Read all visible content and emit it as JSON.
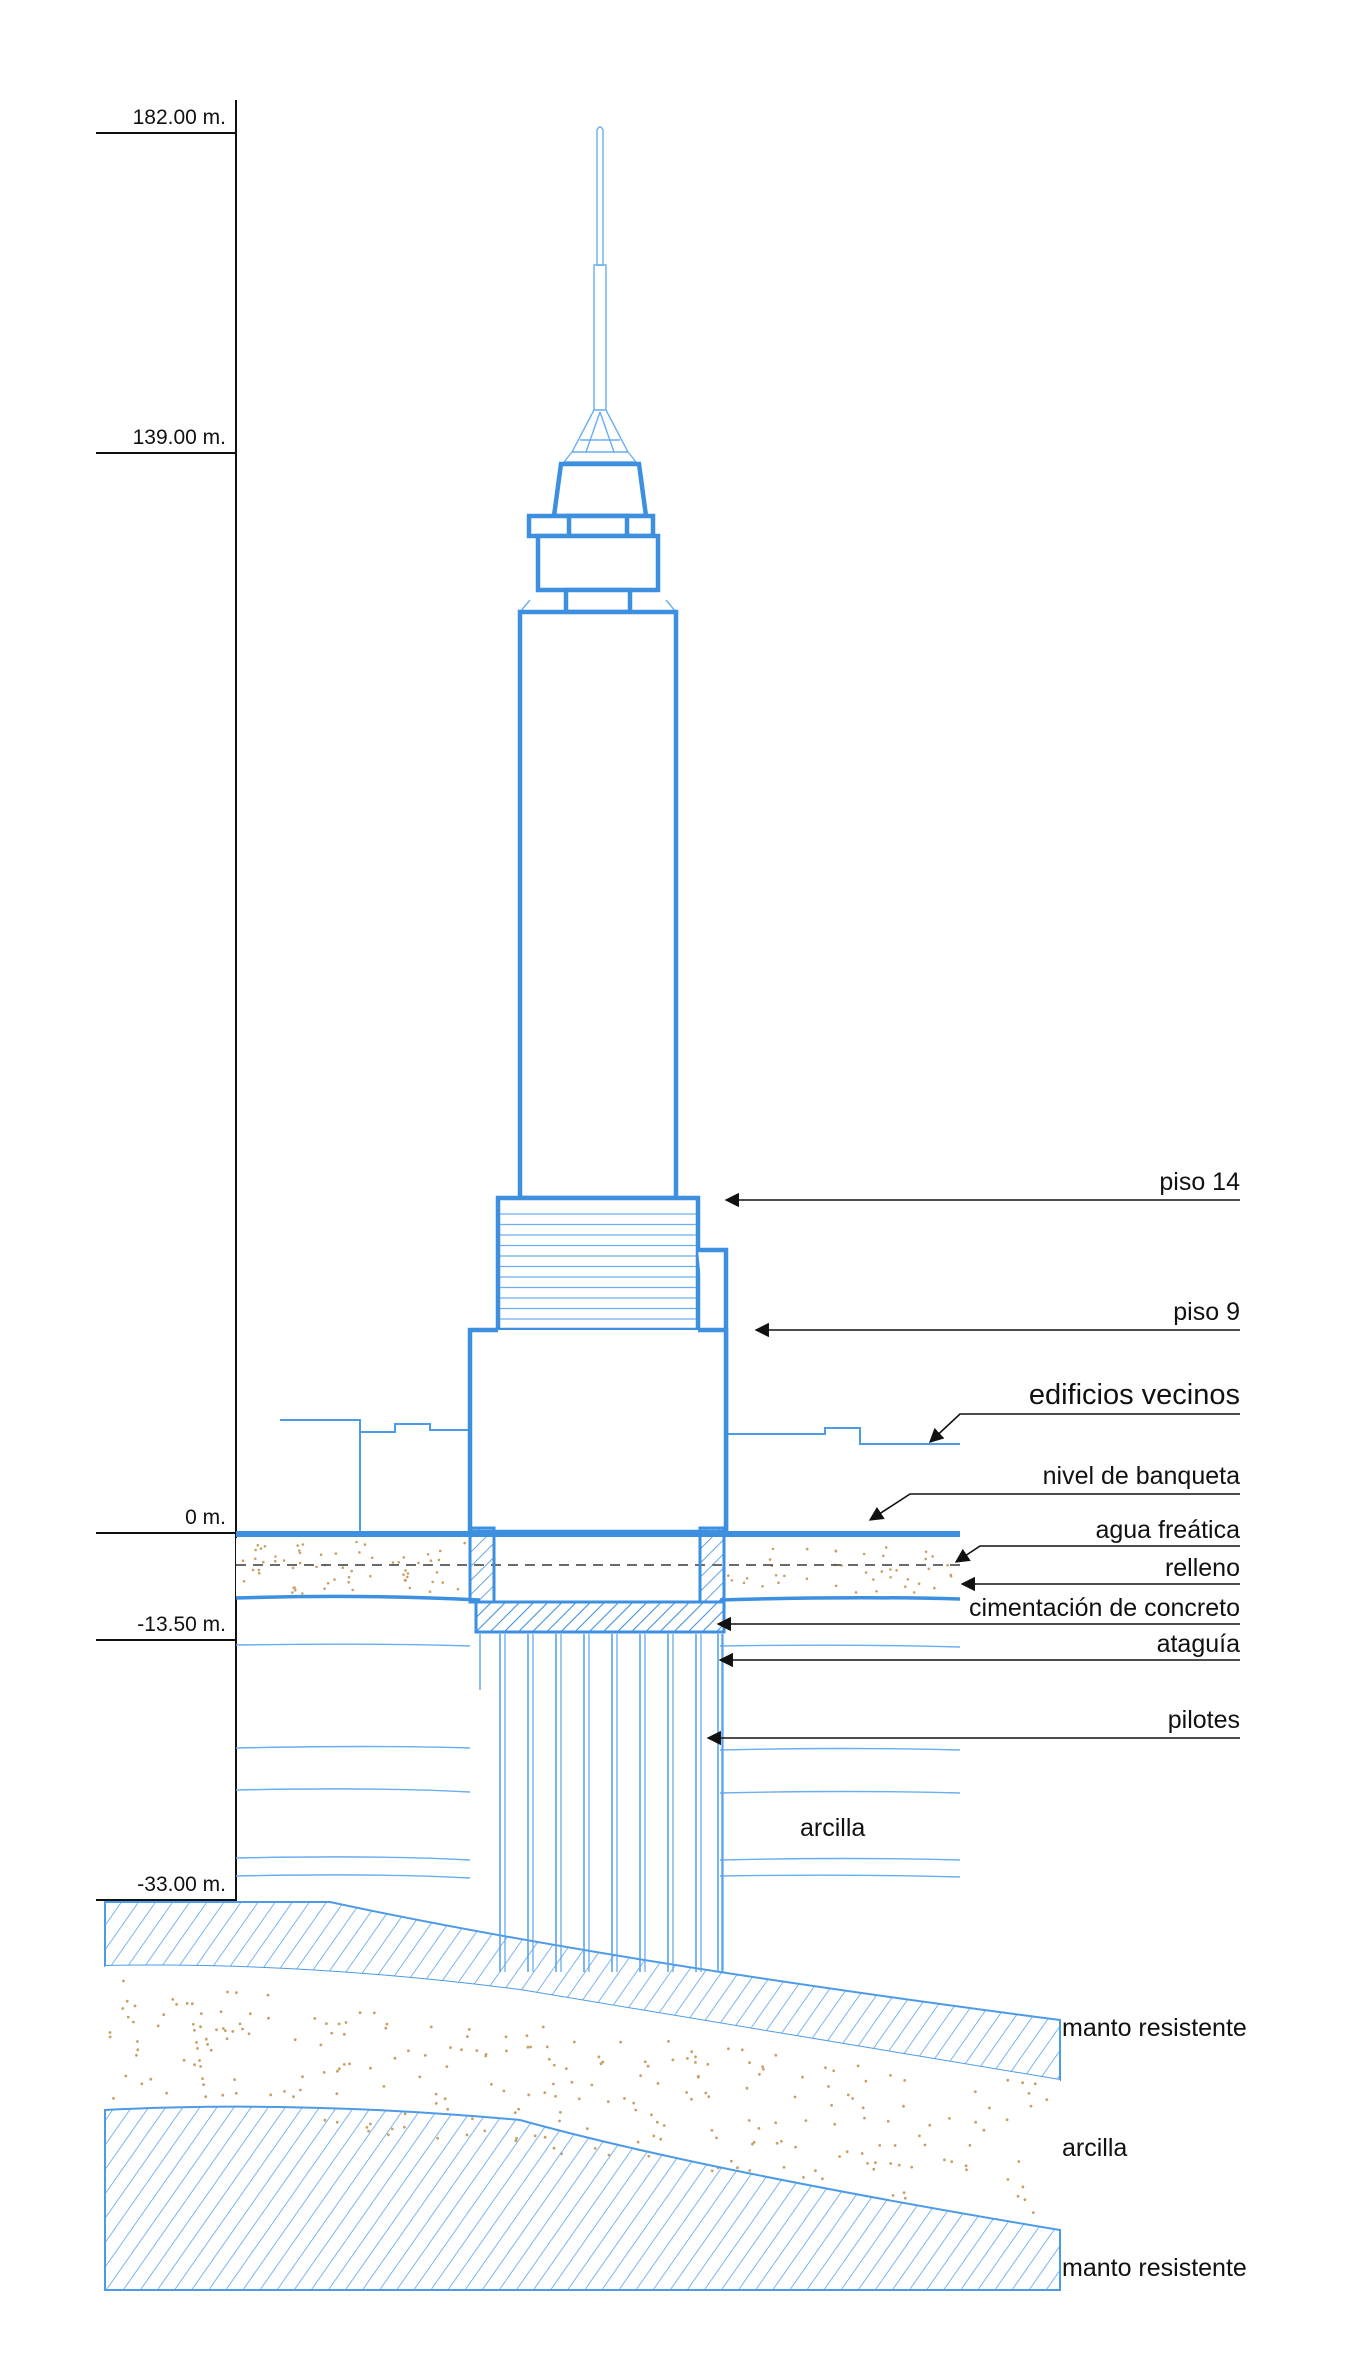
{
  "levels": {
    "top": "182.00 m.",
    "l139": "139.00 m.",
    "zero": "0 m.",
    "l1350": "-13.50 m.",
    "l33": "-33.00 m."
  },
  "labels": {
    "piso14": "piso 14",
    "piso9": "piso 9",
    "edificios": "edificios vecinos",
    "banqueta": "nivel de banqueta",
    "agua": "agua freática",
    "relleno": "relleno",
    "cimentacion": "cimentación de concreto",
    "ataguia": "ataguía",
    "pilotes": "pilotes",
    "arcilla1": "arcilla",
    "manto1": "manto resistente",
    "arcilla2": "arcilla",
    "manto2": "manto resistente"
  },
  "colors": {
    "structure_blue": "#3d8fe0",
    "line_blue": "#6aaef0",
    "sand_dots": "#c9a063",
    "text": "#111111"
  }
}
